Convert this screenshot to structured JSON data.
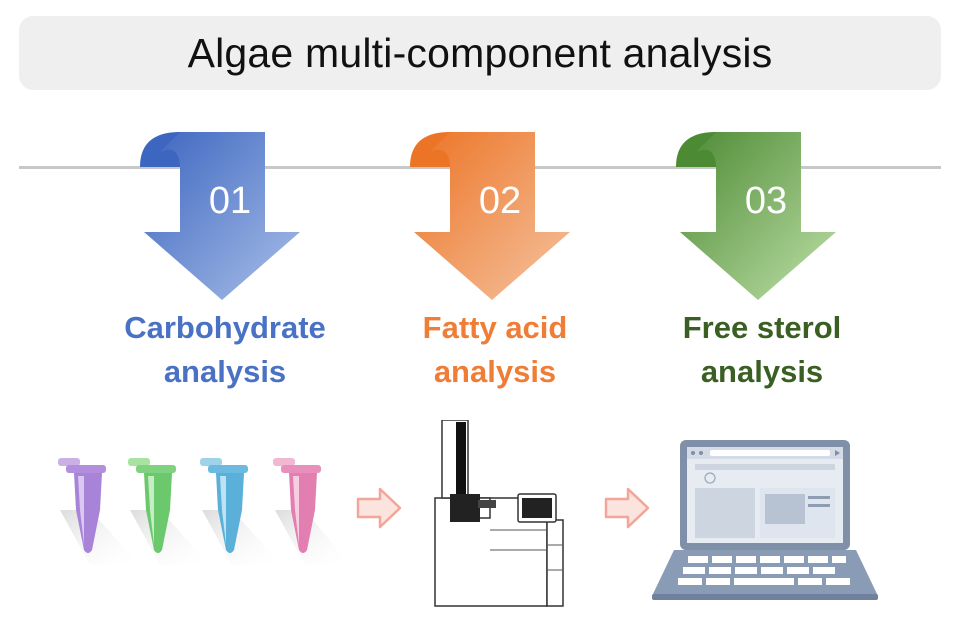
{
  "title": "Algae multi-component analysis",
  "steps": [
    {
      "number": "01",
      "label_line1": "Carbohydrate",
      "label_line2": "analysis",
      "color": "#4a72c4",
      "arrow_light": "#a9bfe8",
      "arrow_dark": "#3d66c0"
    },
    {
      "number": "02",
      "label_line1": "Fatty acid",
      "label_line2": "analysis",
      "color": "#ef7d35",
      "arrow_light": "#f5c3a0",
      "arrow_dark": "#ec7426"
    },
    {
      "number": "03",
      "label_line1": "Free sterol",
      "label_line2": "analysis",
      "color": "#3a5f23",
      "arrow_light": "#bfe0a8",
      "arrow_dark": "#4c8a34"
    }
  ],
  "icons": {
    "tubes": "microcentrifuge-tubes",
    "instrument": "gas-chromatograph",
    "computer": "laptop",
    "flow_arrow_color": "#f4a8a0"
  }
}
